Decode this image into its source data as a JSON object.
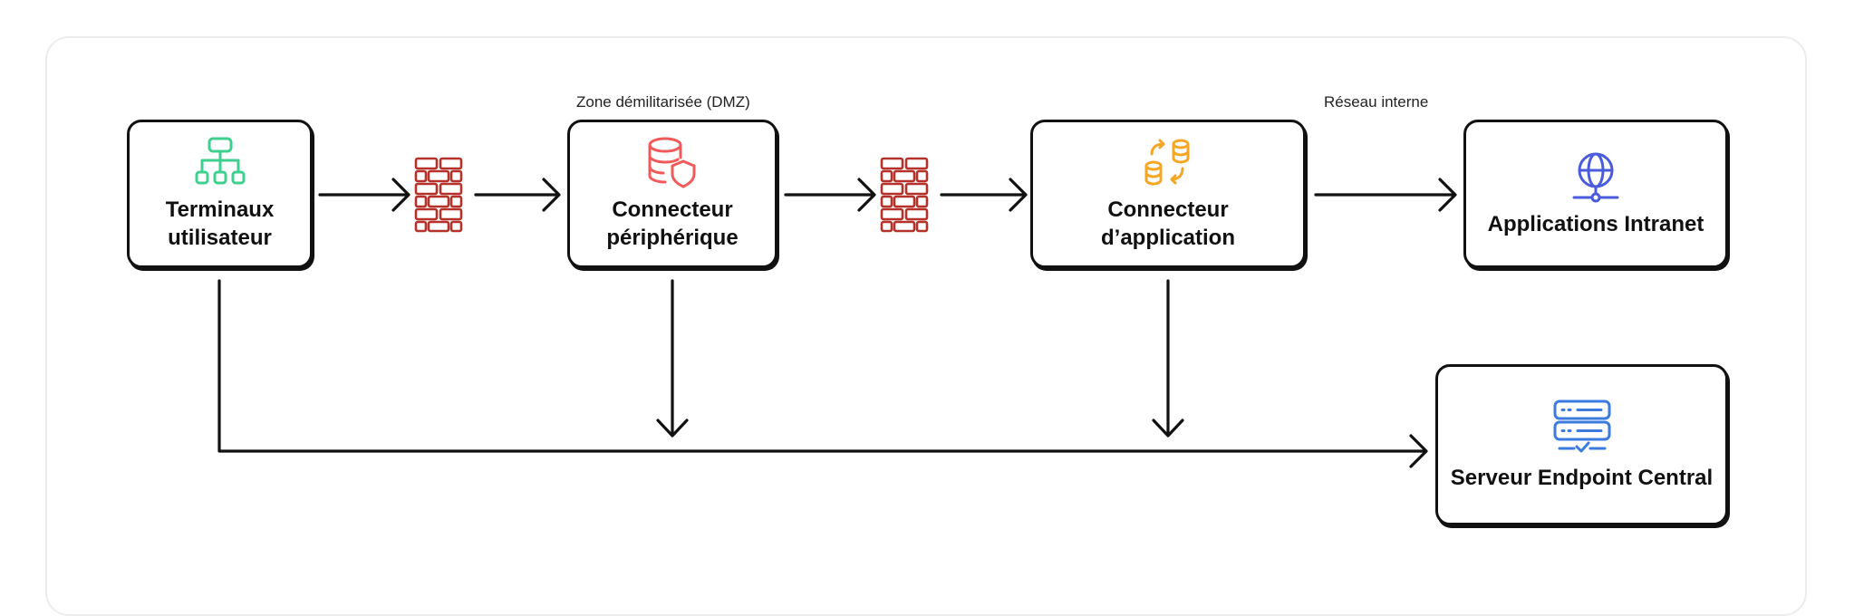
{
  "zones": {
    "dmz": "Zone démilitarisée (DMZ)",
    "internal": "Réseau interne"
  },
  "nodes": {
    "endpoints": {
      "label": "Terminaux\nutilisateur",
      "icon": "network-hierarchy-icon",
      "color": "#3fcf8e"
    },
    "edge_connector": {
      "label": "Connecteur\npériphérique",
      "icon": "database-shield-icon",
      "color": "#f05a5a"
    },
    "app_connector": {
      "label": "Connecteur\nd’application",
      "icon": "database-sync-icon",
      "color": "#f5a623"
    },
    "intranet_apps": {
      "label": "Applications Intranet",
      "icon": "globe-network-icon",
      "color": "#4a5bdc"
    },
    "central_server": {
      "label": "Serveur Endpoint Central",
      "icon": "server-check-icon",
      "color": "#3b7be0"
    }
  },
  "firewalls": {
    "icon": "brick-wall-icon",
    "color": "#b5322a"
  }
}
